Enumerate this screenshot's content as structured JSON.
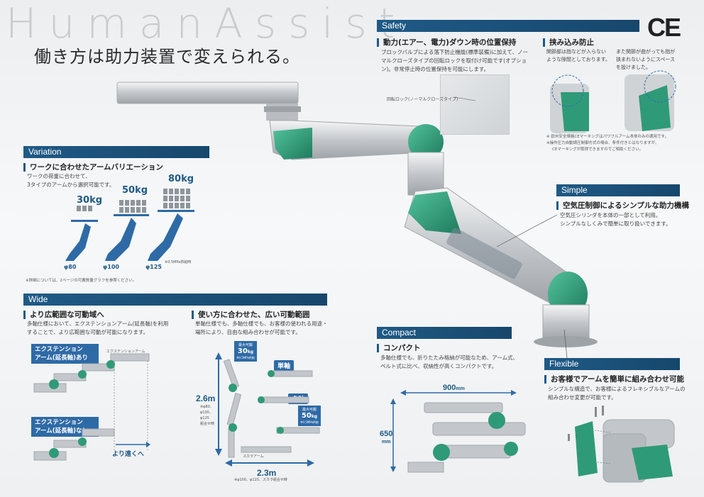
{
  "header": {
    "brand": "HumanAssist",
    "tagline": "働き方は助力装置で変えられる。",
    "ce_mark": "CE"
  },
  "colors": {
    "navy": "#1f5a86",
    "blue": "#2e6aa6",
    "green": "#2f9a78",
    "silver": "#c9ccd0"
  },
  "variation": {
    "title": "Variation",
    "heading": "ワークに合わせたアームバリエーション",
    "body": [
      "ワークの荷重に合わせて、",
      "3タイプのアームから選択可能です。"
    ],
    "weights": [
      "30kg",
      "50kg",
      "80kg"
    ],
    "diameters": [
      "φ80",
      "φ100",
      "φ125"
    ],
    "pressure_note": "※0.5MPa供給時",
    "footnote": "※詳細については、2ページの可搬質量グラフを参照ください。"
  },
  "wide": {
    "title": "Wide",
    "heading1": "より広範囲な可動域へ",
    "body1": [
      "多軸仕様において、エクステンションアーム(延長軸)を利用",
      "することで、より広範囲な可動が可能になります。"
    ],
    "ext_with": [
      "エクステンション",
      "アーム(延長軸)あり"
    ],
    "ext_without": [
      "エクステンション",
      "アーム(延長軸)なし"
    ],
    "ext_label": "エクステンションアーム",
    "farther": "より遠くへ",
    "heading2": "使い方に合わせた、広い可動範囲",
    "body2": [
      "単軸仕様でも、多軸仕様でも、お客様の使われる用途・",
      "場所により、自由な組み合わせが可能です。"
    ],
    "max30": {
      "label": "最大可搬",
      "value": "30",
      "unit": "kg",
      "sub": "※0.5MPa供給"
    },
    "max50": {
      "label": "最大可搬",
      "value": "50",
      "unit": "kg",
      "sub": "※0.5MPa供給"
    },
    "single_axis": "単軸",
    "multi_axis": "多軸",
    "height": "2.6m",
    "height_note": [
      "※φ80、",
      "φ100、",
      "φ125",
      "組合せ時"
    ],
    "width": "2.3m",
    "width_note": "※φ100、φ125、スカラ組合せ時",
    "scara": "スカラアーム"
  },
  "safety": {
    "title": "Safety",
    "heading1": "動力(エアー、電力)ダウン時の位置保持",
    "body1": [
      "ブロックバルブによる落下防止機能(標準装備)に加えて、ノー",
      "マルクローズタイプの回転ロックを取付け可能です(オプショ",
      "ン)。非常停止時の位置保持を可能にします。"
    ],
    "lock_label": "回転ロック(ノーマルクローズタイプ)",
    "heading2": "挟み込み防止",
    "body2a": [
      "関節部は指などが入らない",
      "ような隙間としております。"
    ],
    "body2b": [
      "また関節が曲がっても指が",
      "挟まれないようにスペース",
      "を設けました。"
    ],
    "notes": [
      "※ 欧州安全規格CEマーキングはパワフルアーム本体のみの適用です。",
      "※操作圧力自動調圧制御方式の場合、条件付きとはなりますが、",
      "CEマーキングが取得できますのでご相談ください。"
    ]
  },
  "simple": {
    "title": "Simple",
    "heading": "空気圧制御によるシンプルな助力機構",
    "body": [
      "空気圧シリンダを本体の一部として利用。",
      "シンプルなしくみで簡単に取り扱いできます。"
    ]
  },
  "compact": {
    "title": "Compact",
    "heading": "コンパクト",
    "body": [
      "多軸仕様でも、折りたたみ格納が可能なため、アーム式、",
      "ベルト式に比べ、収納性が高くコンパクトです。"
    ],
    "width": "900",
    "width_unit": "mm",
    "height": "650",
    "height_unit": "mm"
  },
  "flexible": {
    "title": "Flexible",
    "heading": "お客様でアームを簡単に組み合わせ可能",
    "body": [
      "シンプルな構造で、お客様によるフレキシブルなアームの",
      "組み合わせ変更が可能です。"
    ]
  }
}
